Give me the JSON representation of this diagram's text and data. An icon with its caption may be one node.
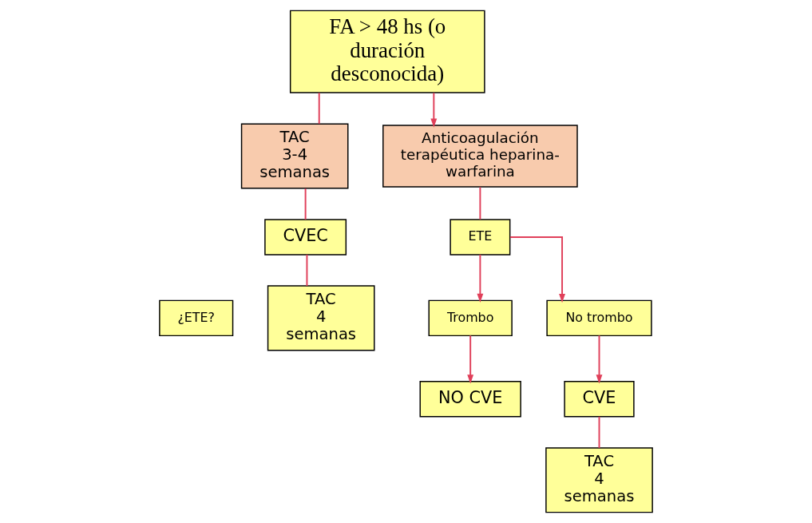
{
  "diagram": {
    "nodes": [
      {
        "text": [
          "FA > 48 hs (o duración desconocida)"
        ]
      },
      {
        "text": [
          "TAC 3-4 semanas"
        ]
      },
      {
        "text": [
          "Anticoagulación terapéutica heparina- warfarina"
        ]
      },
      {
        "text": [
          "ETE"
        ]
      },
      {
        "text": [
          "¿ETE?"
        ]
      },
      {
        "text": [
          "Trombo"
        ]
      },
      {
        "text": [
          "No trombo"
        ]
      },
      {
        "text": [
          "CVEC"
        ]
      },
      {
        "text": [
          "NO CVE"
        ]
      },
      {
        "text": [
          "CVE"
        ]
      },
      {
        "text": [
          "TAC 4 semanas"
        ]
      },
      {
        "text": [
          "TAC 4 semanas"
        ]
      }
    ],
    "edges": [
      {
        "from": 0,
        "to": 1,
        "arrow": "none"
      },
      {
        "from": 0,
        "to": 2,
        "arrow": "to"
      },
      {
        "from": 1,
        "to": 7,
        "arrow": "none"
      },
      {
        "from": 2,
        "to": 3,
        "arrow": "none"
      },
      {
        "from": 3,
        "to": 5,
        "arrow": "to"
      },
      {
        "from": 3,
        "to": 6,
        "arrow": "to"
      },
      {
        "from": 5,
        "to": 8,
        "arrow": "to"
      },
      {
        "from": 6,
        "to": 9,
        "arrow": "to"
      },
      {
        "from": 7,
        "to": 10,
        "arrow": "none"
      },
      {
        "from": 9,
        "to": 11,
        "arrow": "none"
      }
    ]
  }
}
